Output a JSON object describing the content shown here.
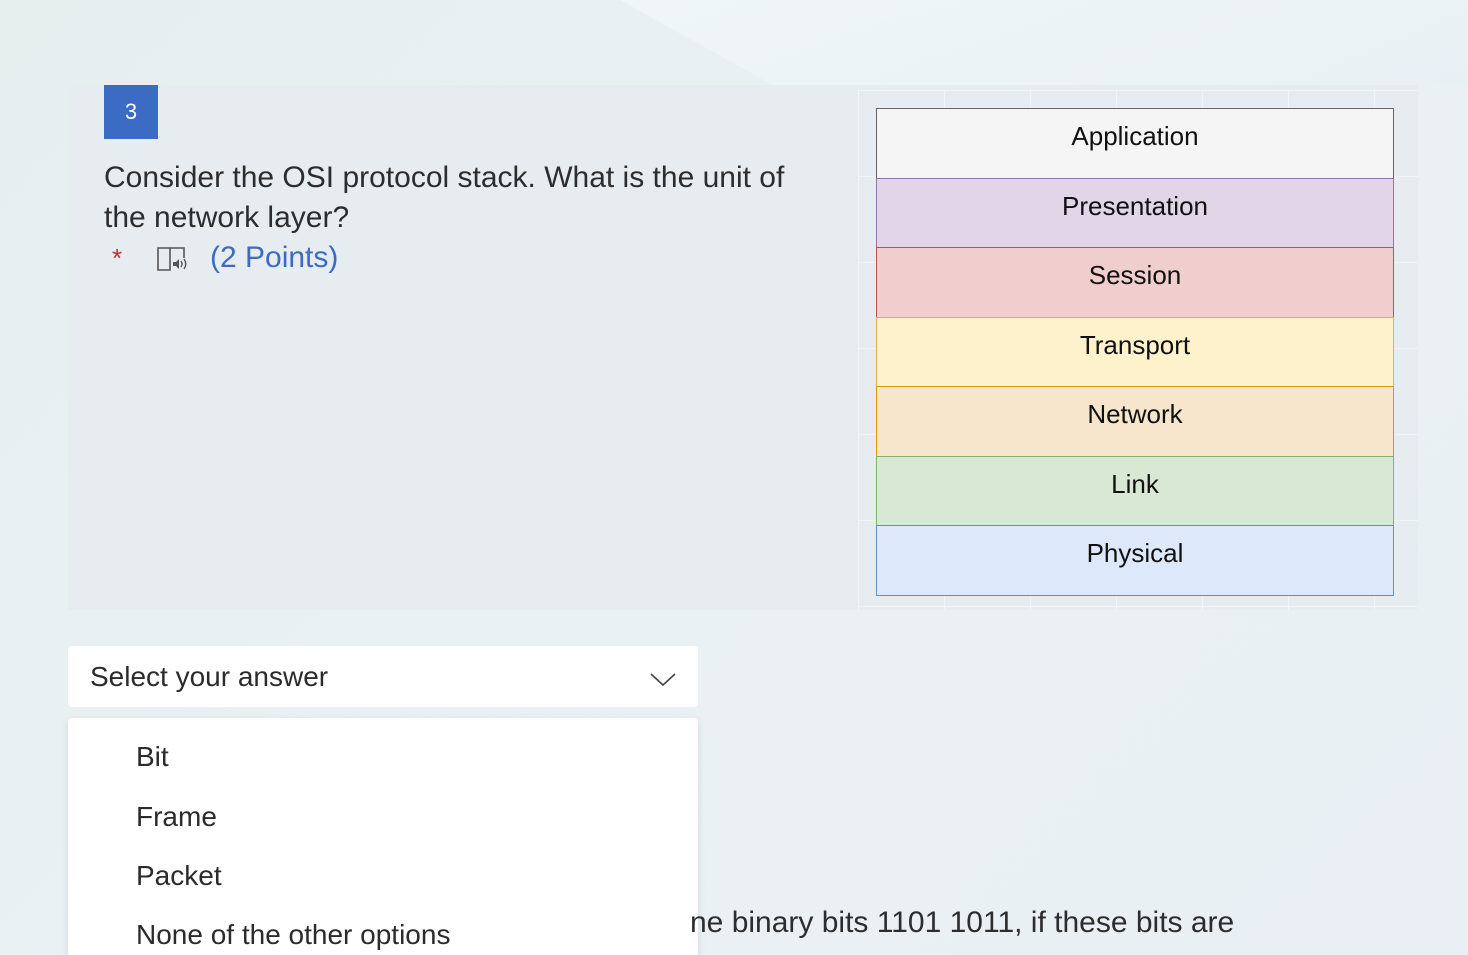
{
  "question": {
    "number": "3",
    "text": "Consider the OSI protocol stack. What is the unit of the network layer?",
    "required_marker": "*",
    "points": "(2 Points)",
    "reader_icon": "immersive-reader-icon"
  },
  "diagram": {
    "layers": [
      {
        "label": "Application",
        "fill": "#f5f5f5",
        "stroke": "#666666"
      },
      {
        "label": "Presentation",
        "fill": "#e1d5e7",
        "stroke": "#9673a6"
      },
      {
        "label": "Session",
        "fill": "#f0cecd",
        "stroke": "#b85450"
      },
      {
        "label": "Transport",
        "fill": "#fdf2cc",
        "stroke": "#d6b656"
      },
      {
        "label": "Network",
        "fill": "#f8e6cc",
        "stroke": "#d79b00"
      },
      {
        "label": "Link",
        "fill": "#d9e8d4",
        "stroke": "#82b366"
      },
      {
        "label": "Physical",
        "fill": "#dde8fb",
        "stroke": "#6c8ebf"
      }
    ]
  },
  "answer_select": {
    "placeholder": "Select your answer",
    "icon": "chevron-down-icon",
    "options": [
      "Bit",
      "Frame",
      "Packet",
      "None of the other options"
    ]
  },
  "next_question": {
    "partial_text_line1": "ne binary bits 1101 1011, if these bits are",
    "partial_text_line2": ""
  },
  "colors": {
    "accent": "#3c6bc4",
    "required": "#b83232"
  }
}
